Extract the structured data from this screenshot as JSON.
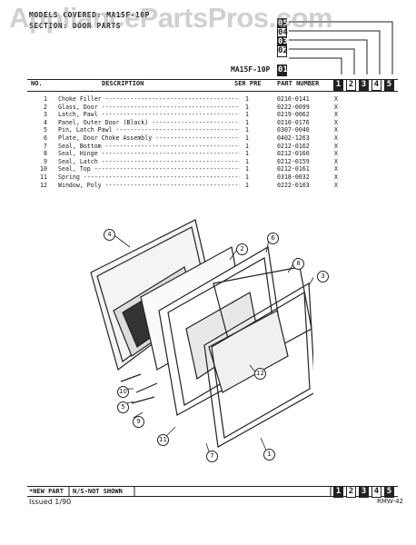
{
  "watermark": "AppliancePartsPros.com",
  "header": {
    "models_covered": "MODELS COVERED: MA15F-10P",
    "section": "SECTION: DOOR PARTS",
    "model_ref": "MA15F-10P",
    "stack_codes": [
      "05",
      "04",
      "03",
      "02",
      "01"
    ],
    "right_boxes": [
      "1",
      "2",
      "3",
      "4",
      "5"
    ]
  },
  "table": {
    "headers": {
      "no": "NO.",
      "description": "DESCRIPTION",
      "ser_pre": "SER PRE",
      "part_number": "PART NUMBER"
    },
    "rows": [
      {
        "no": "1",
        "desc": "Choke Filler",
        "qty": "1",
        "part": "0210-0141",
        "x": "X"
      },
      {
        "no": "2",
        "desc": "Glass, Door",
        "qty": "1",
        "part": "0222-0099",
        "x": "X"
      },
      {
        "no": "3",
        "desc": "Latch, Pawl",
        "qty": "1",
        "part": "0219-0062",
        "x": "X"
      },
      {
        "no": "4",
        "desc": "Panel, Outer Door (Black)",
        "qty": "1",
        "part": "0210-0176",
        "x": "X"
      },
      {
        "no": "5",
        "desc": "Pin, Latch Pawl",
        "qty": "1",
        "part": "0307-0040",
        "x": "X"
      },
      {
        "no": "6",
        "desc": "Plate, Door Choke Assembly",
        "qty": "1",
        "part": "0402-1263",
        "x": "X"
      },
      {
        "no": "7",
        "desc": "Seal, Bottom",
        "qty": "1",
        "part": "0212-0162",
        "x": "X"
      },
      {
        "no": "8",
        "desc": "Seal, Hinge",
        "qty": "1",
        "part": "0212-0160",
        "x": "X"
      },
      {
        "no": "9",
        "desc": "Seal, Latch",
        "qty": "1",
        "part": "0212-0159",
        "x": "X"
      },
      {
        "no": "10",
        "desc": "Seal, Top",
        "qty": "1",
        "part": "0212-0161",
        "x": "X"
      },
      {
        "no": "11",
        "desc": "Spring",
        "qty": "1",
        "part": "0318-0032",
        "x": "X"
      },
      {
        "no": "12",
        "desc": "Window, Poly",
        "qty": "1",
        "part": "0222-0103",
        "x": "X"
      }
    ]
  },
  "callouts": [
    "4",
    "2",
    "6",
    "8",
    "3",
    "12",
    "10",
    "5",
    "9",
    "11",
    "1",
    "7"
  ],
  "footer": {
    "new_part": "*NEW PART",
    "ns": "N/S-NOT SHOWN",
    "boxes": [
      "1",
      "2",
      "3",
      "4",
      "5"
    ],
    "issued": "Issued  1/90",
    "code": "RMW-42"
  }
}
